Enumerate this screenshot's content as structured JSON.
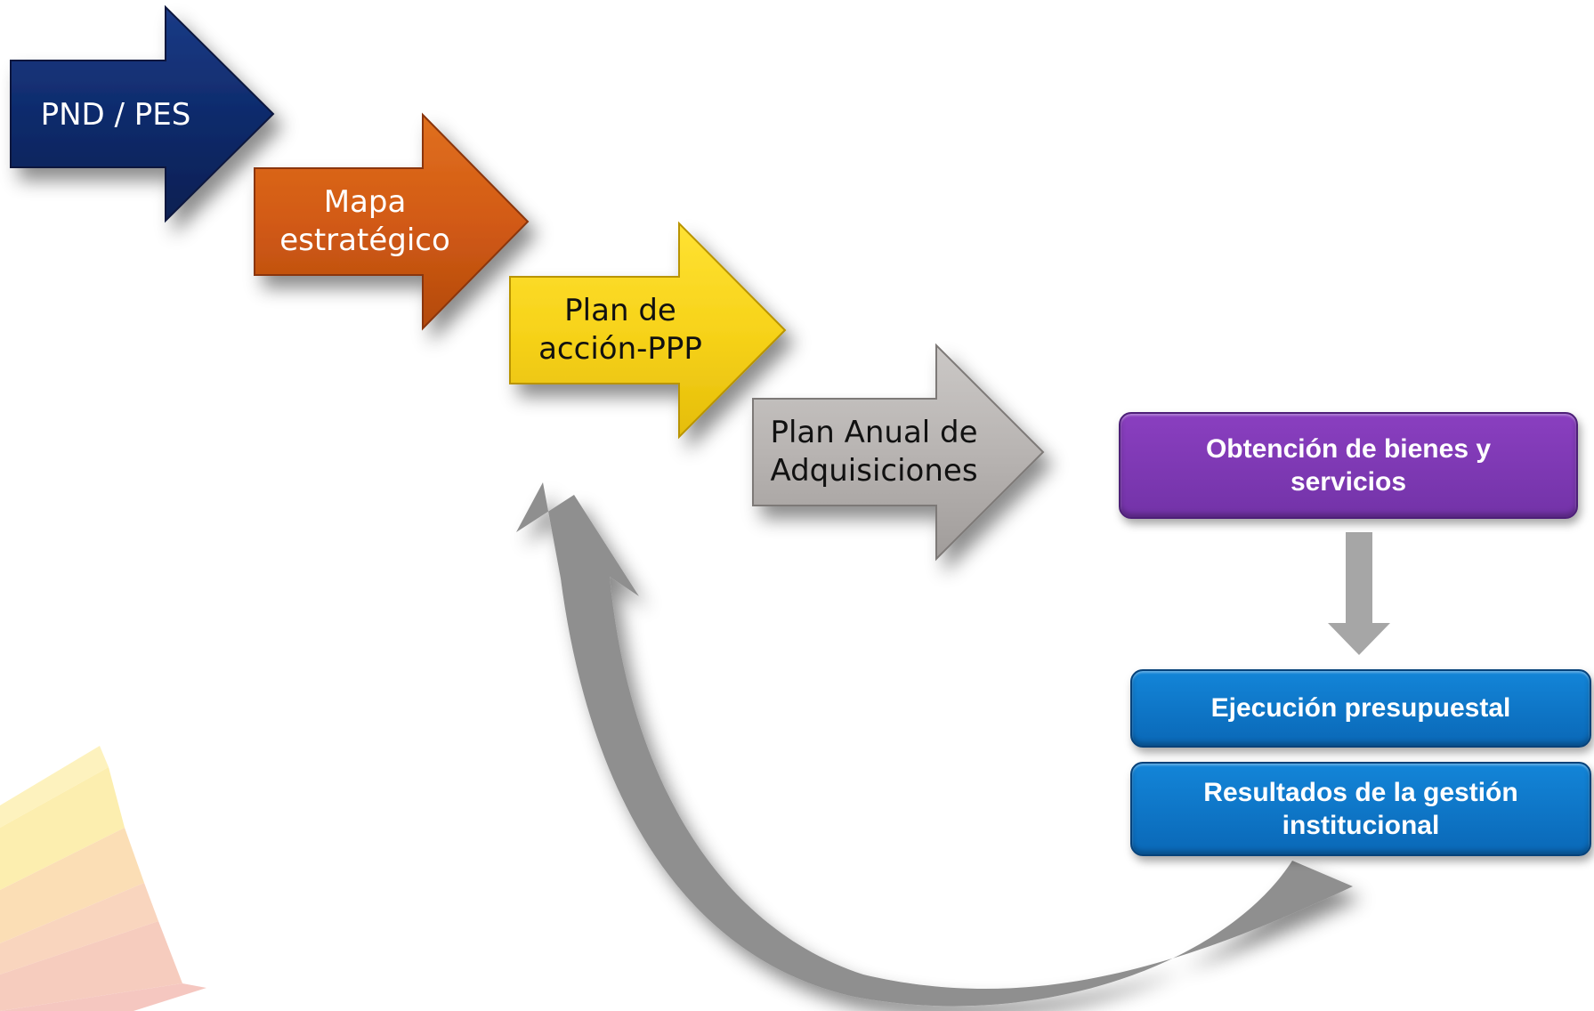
{
  "arrows": [
    {
      "id": "pnd",
      "label": "PND / PES",
      "color": "#0e2a6b"
    },
    {
      "id": "mapa",
      "label": "Mapa estratégico",
      "line1": "Mapa",
      "line2": "estratégico",
      "color": "#d25a14"
    },
    {
      "id": "plan_accion",
      "label": "Plan de acción-PPP",
      "line1": "Plan de",
      "line2": "acción-PPP",
      "color": "#f7d31a"
    },
    {
      "id": "pac",
      "label": "Plan Anual de Adquisiciones",
      "line1": "Plan Anual de",
      "line2": "Adquisiciones",
      "color": "#b8b4b2"
    }
  ],
  "boxes": {
    "obtencion": {
      "line1": "Obtención de bienes y",
      "line2": "servicios",
      "color": "#7b35b0"
    },
    "ejecucion": {
      "label": "Ejecución presupuestal",
      "color": "#0b74c7"
    },
    "resultados": {
      "line1": "Resultados de la gestión",
      "line2": "institucional",
      "color": "#0b74c7"
    }
  }
}
